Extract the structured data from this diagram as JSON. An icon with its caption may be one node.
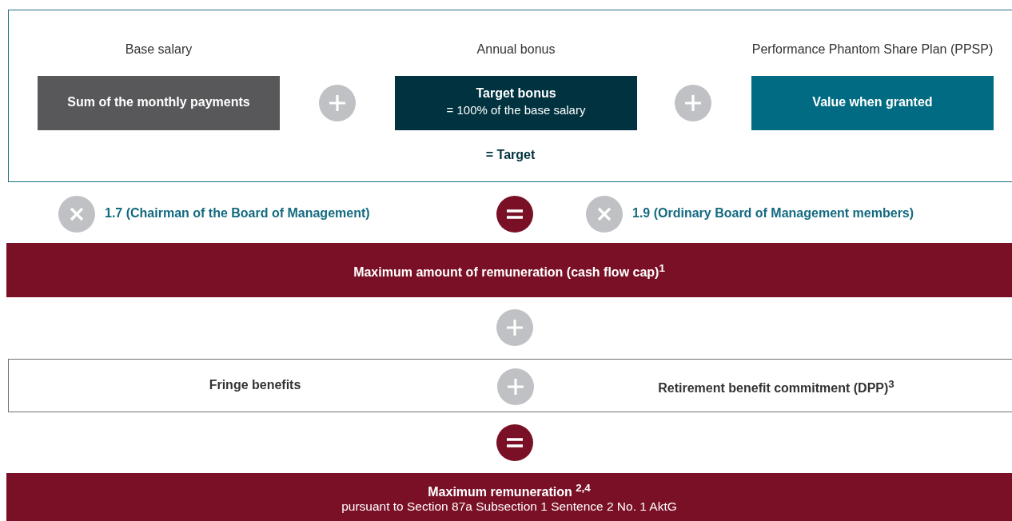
{
  "diagram": {
    "nodes": [
      {
        "text": [
          "= Target"
        ]
      },
      {
        "text": [
          "Base salary",
          "Sum of the monthly payments"
        ],
        "in": 0
      },
      {
        "text": [],
        "shape": "circle",
        "in": 0
      },
      {
        "text": [
          "Annual bonus",
          "Target bonus",
          "= 100% of the base salary"
        ],
        "in": 0
      },
      {
        "text": [],
        "shape": "circle",
        "in": 0
      },
      {
        "text": [
          "Performance Phantom Share Plan (PPSP)",
          "Value when granted"
        ],
        "in": 0
      },
      {
        "text": [],
        "shape": "circle"
      },
      {
        "text": [],
        "shape": "circle"
      },
      {
        "text": [],
        "shape": "circle"
      },
      {
        "text": [
          "Maximum amount of remuneration (cash flow cap)$^{1}$"
        ]
      },
      {
        "text": [],
        "shape": "circle"
      },
      {
        "text": [
          "Fringe benefits",
          "Retirement benefit commitment (DPP)$^{3}$"
        ]
      },
      {
        "text": [],
        "shape": "circle",
        "in": 11
      },
      {
        "text": [],
        "shape": "circle"
      },
      {
        "text": [
          "Maximum remuneration $^{2,4}$",
          "pursuant to Section 87a Subsection 1 Sentence 2 No. 1 AktG"
        ]
      }
    ],
    "labels": [
      "1.7 (Chairman of the Board of Management)",
      "1.9 (Ordinary Board of Management members)"
    ]
  }
}
